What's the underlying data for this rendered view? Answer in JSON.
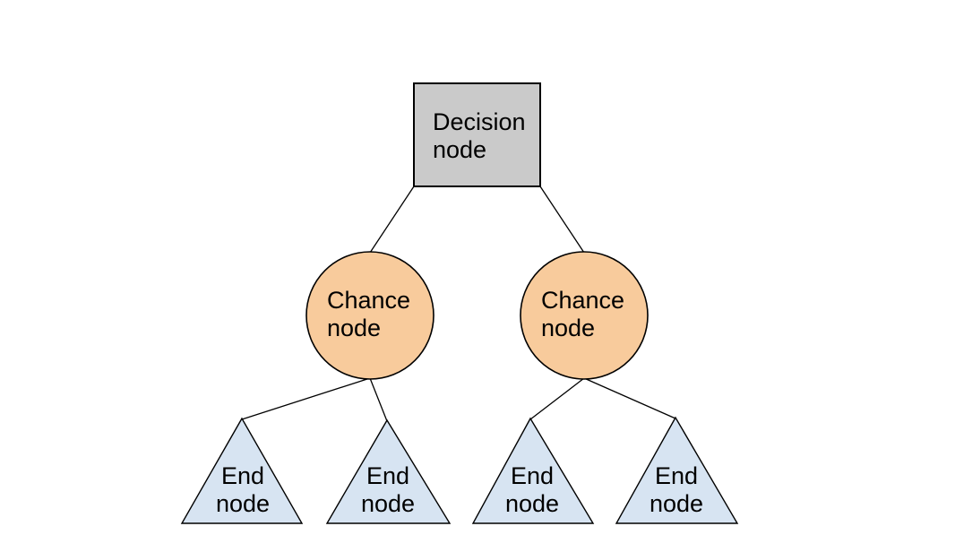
{
  "diagram": {
    "type": "decision-tree",
    "background_color": "#ffffff",
    "text_color": "#000000",
    "edge_color": "#000000",
    "nodes": {
      "decision": {
        "shape": "square",
        "line1": "Decision",
        "line2": "node",
        "fill": "#cacaca",
        "stroke": "#000000"
      },
      "chance_left": {
        "shape": "circle",
        "line1": "Chance",
        "line2": "node",
        "fill": "#f8cb9c",
        "stroke": "#000000"
      },
      "chance_right": {
        "shape": "circle",
        "line1": "Chance",
        "line2": "node",
        "fill": "#f8cb9c",
        "stroke": "#000000"
      },
      "end_1": {
        "shape": "triangle",
        "line1": "End",
        "line2": "node",
        "fill": "#d7e4f2",
        "stroke": "#000000"
      },
      "end_2": {
        "shape": "triangle",
        "line1": "End",
        "line2": "node",
        "fill": "#d7e4f2",
        "stroke": "#000000"
      },
      "end_3": {
        "shape": "triangle",
        "line1": "End",
        "line2": "node",
        "fill": "#d7e4f2",
        "stroke": "#000000"
      },
      "end_4": {
        "shape": "triangle",
        "line1": "End",
        "line2": "node",
        "fill": "#d7e4f2",
        "stroke": "#000000"
      }
    },
    "edges": [
      {
        "from": "decision",
        "to": "chance_left"
      },
      {
        "from": "decision",
        "to": "chance_right"
      },
      {
        "from": "chance_left",
        "to": "end_1"
      },
      {
        "from": "chance_left",
        "to": "end_2"
      },
      {
        "from": "chance_right",
        "to": "end_3"
      },
      {
        "from": "chance_right",
        "to": "end_4"
      }
    ]
  }
}
